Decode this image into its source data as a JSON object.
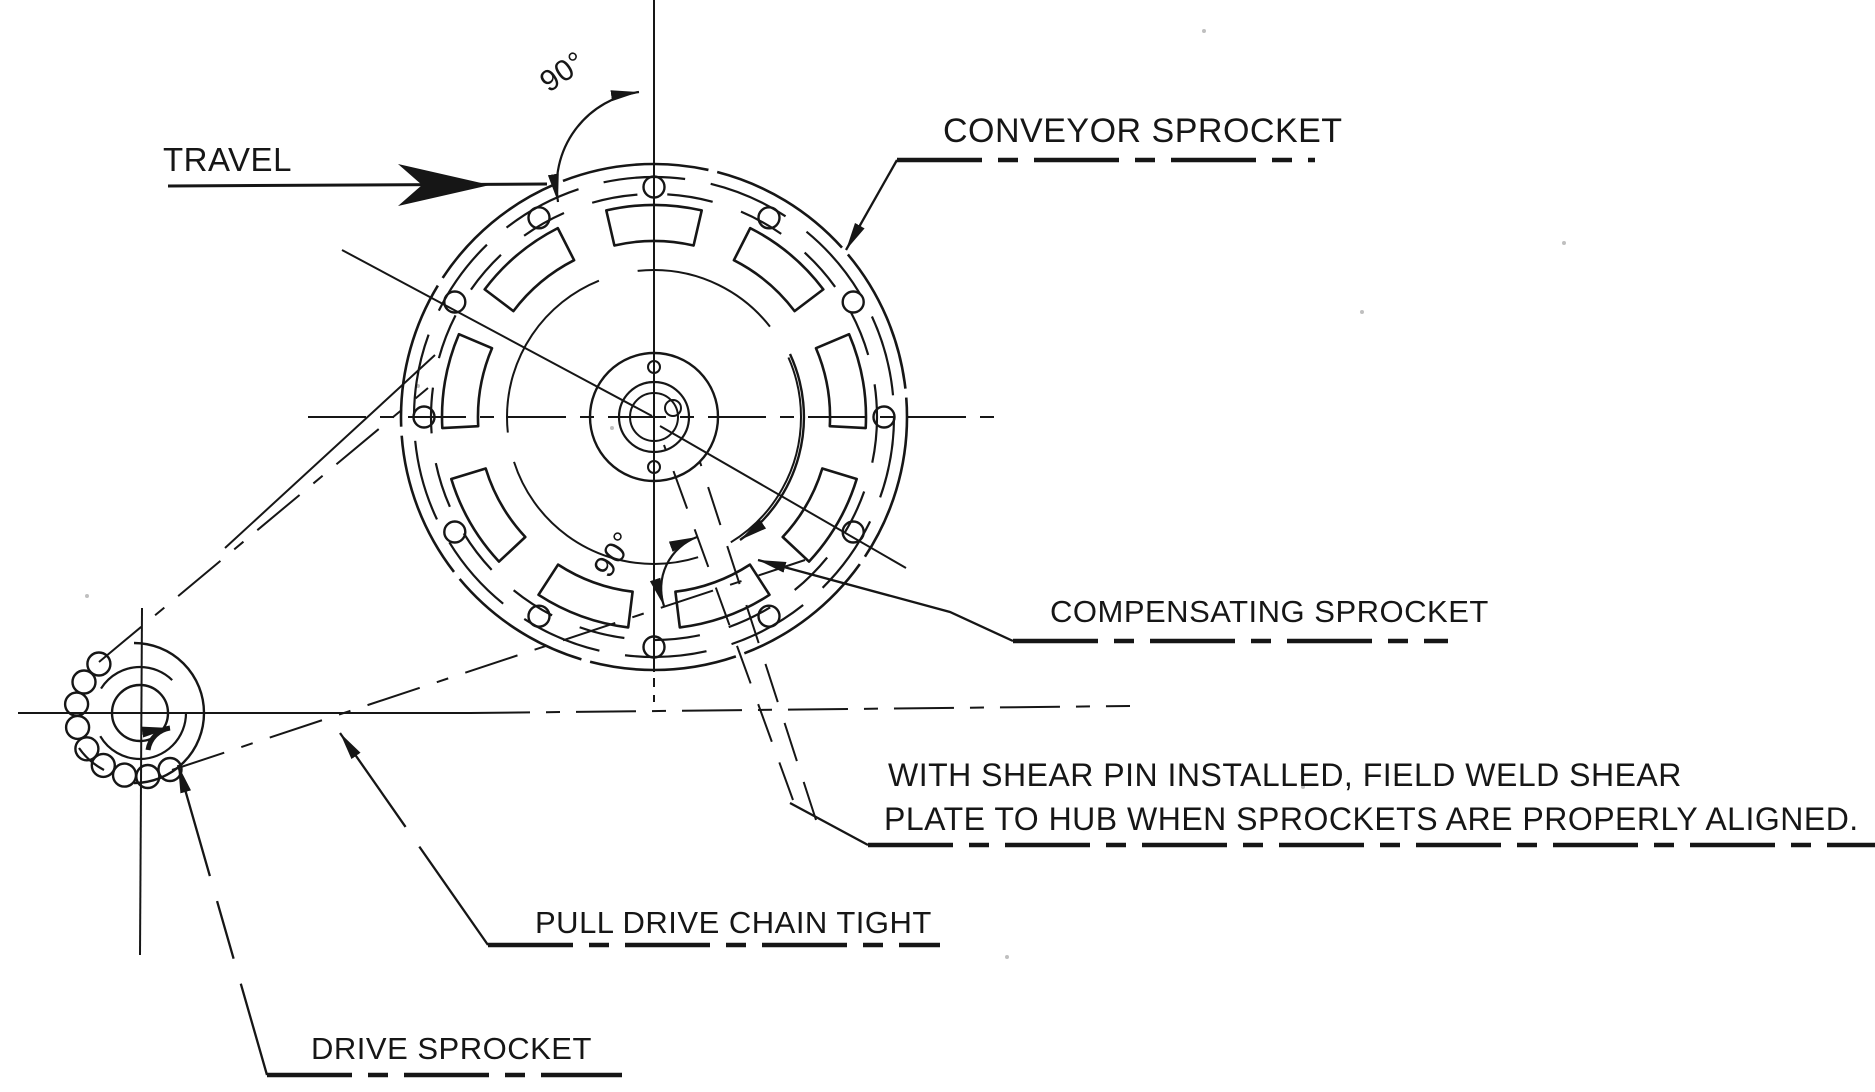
{
  "diagram": {
    "type": "engineering-drawing",
    "subject": "conveyor drive sprocket alignment detail",
    "annotations": {
      "travel_label": "TRAVEL",
      "top_angle_label": "90°",
      "inner_angle_label": "90°",
      "conveyor_sprocket_label": "CONVEYOR SPROCKET",
      "compensating_sprocket_label": "COMPENSATING SPROCKET",
      "shear_pin_note_line1": "WITH SHEAR PIN INSTALLED, FIELD WELD SHEAR",
      "shear_pin_note_line2": "PLATE TO HUB WHEN SPROCKETS ARE PROPERLY ALIGNED.",
      "pull_drive_chain_label": "PULL DRIVE CHAIN TIGHT",
      "drive_sprocket_label": "DRIVE SPROCKET"
    },
    "colors": {
      "ink": "#161616",
      "paper": "#ffffff"
    }
  }
}
